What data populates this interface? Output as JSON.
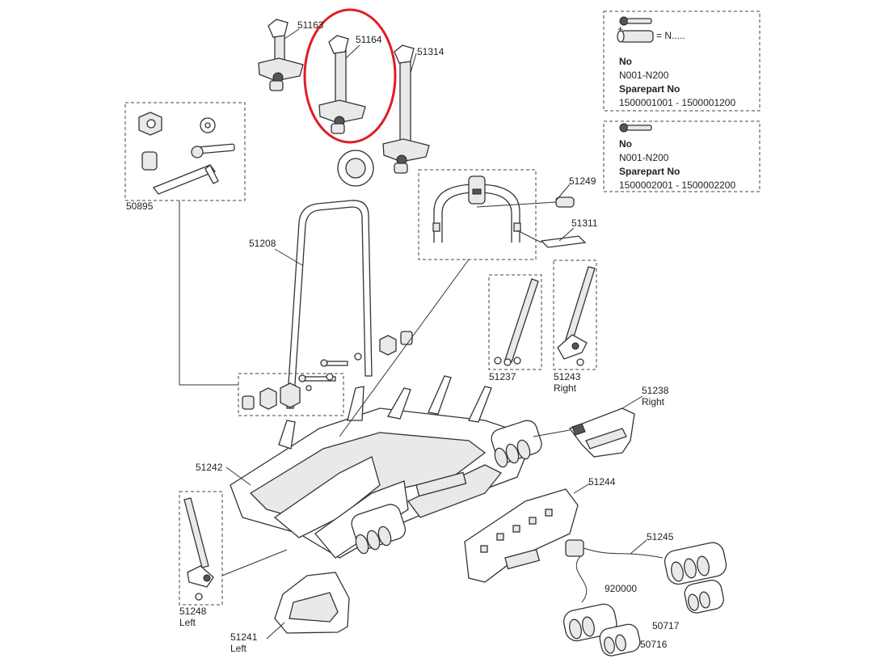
{
  "parts": {
    "p51163": "51163",
    "p51164": "51164",
    "p51314": "51314",
    "p50895": "50895",
    "p51208": "51208",
    "p51249": "51249",
    "p51311": "51311",
    "p51237": "51237",
    "p51243": "51243",
    "p51238": "51238",
    "p51242": "51242",
    "p51244": "51244",
    "p51245": "51245",
    "p920000": "920000",
    "p51248": "51248",
    "p51241": "51241",
    "p50717": "50717",
    "p50716": "50716"
  },
  "sides": {
    "right_1": "Right",
    "right_2": "Right",
    "left_1": "Left",
    "left_2": "Left"
  },
  "lock_box_1": {
    "equals": "= N.....",
    "no_label": "No",
    "no_range": "N001-N200",
    "sparepart_label": "Sparepart No",
    "sparepart_range": "1500001001 - 1500001200"
  },
  "lock_box_2": {
    "no_label": "No",
    "no_range": "N001-N200",
    "sparepart_label": "Sparepart No",
    "sparepart_range": "1500002001 - 1500002200"
  },
  "colors": {
    "highlight": "#e01e26",
    "line": "#333333"
  }
}
